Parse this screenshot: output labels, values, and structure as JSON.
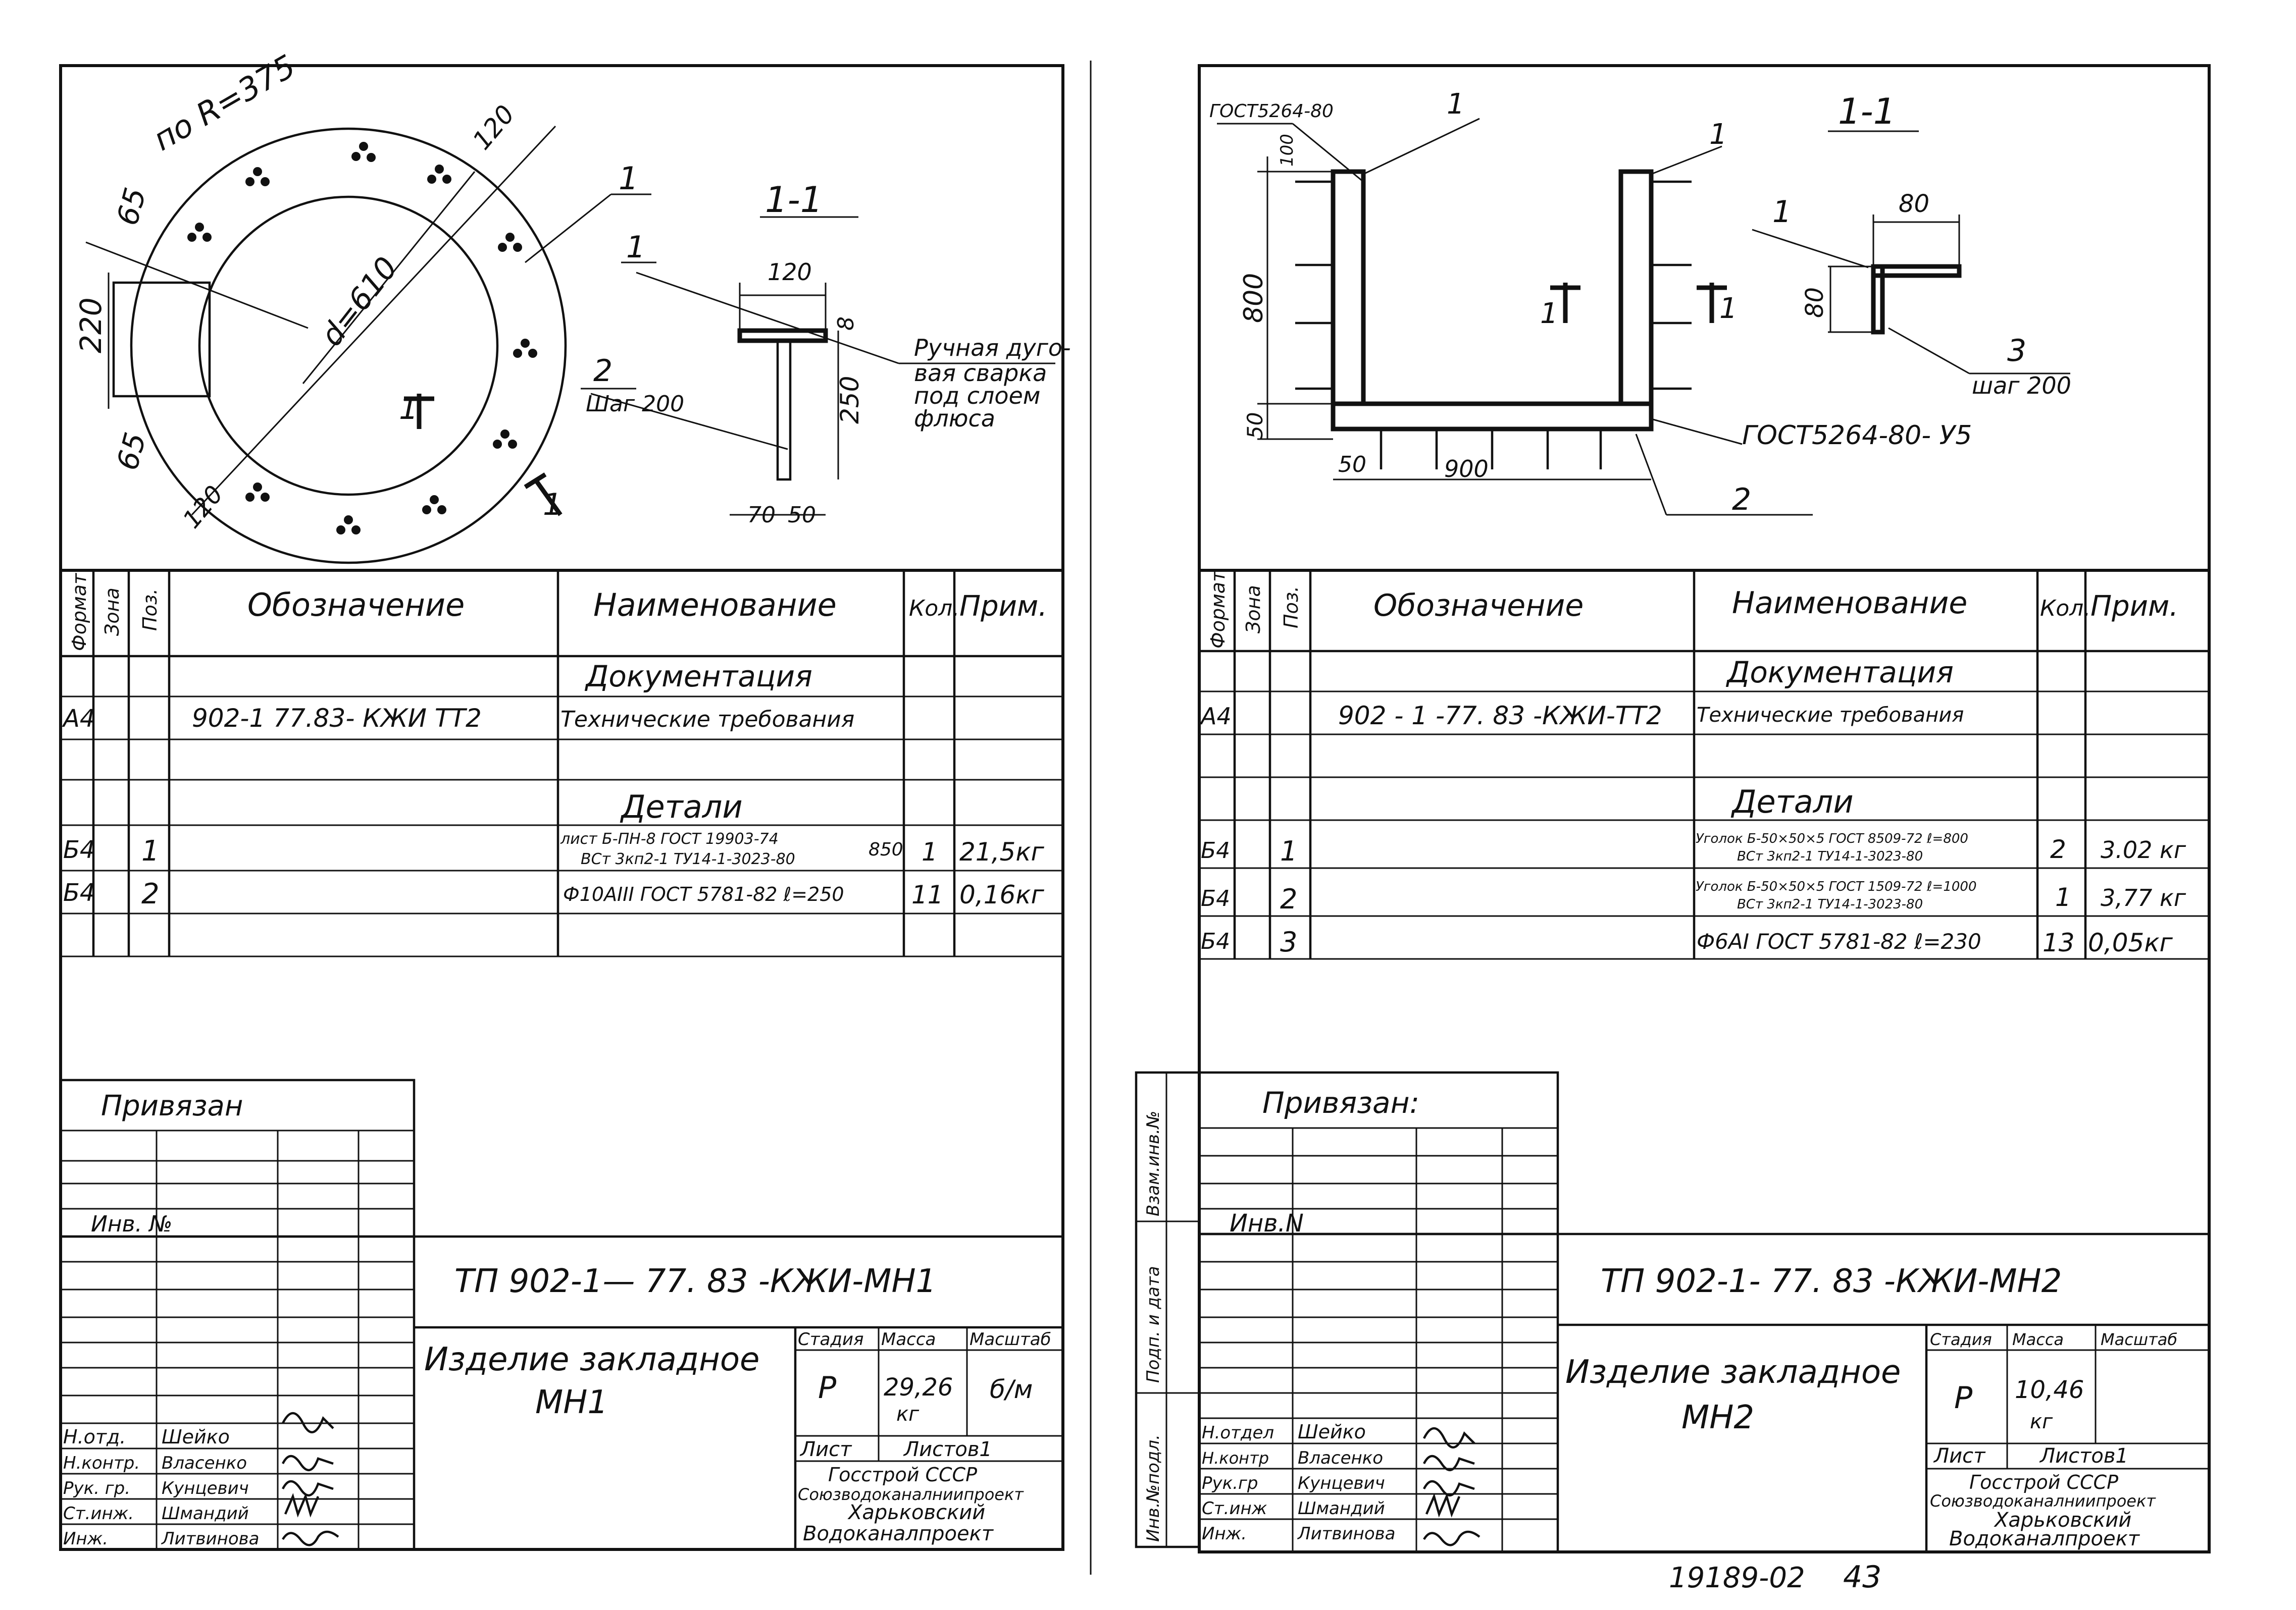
{
  "sheets": [
    {
      "drawing": {
        "radius_label": "по R=375",
        "diameter_label": "d=610",
        "dim_65_top": "65",
        "dim_220": "220",
        "dim_65_bottom": "65",
        "dim_120_top": "120",
        "dim_120_bottom": "120",
        "callout_1": "1",
        "section_mark_1": "1",
        "section_mark_2": "1",
        "section_title": "1-1",
        "section_callout_1": "1",
        "dim_120": "120",
        "dim_8": "8",
        "dim_250": "250",
        "dim_70": "70",
        "dim_50": "50",
        "callout_2": "2",
        "callout_2_sub": "Шаг 200",
        "weld_note": [
          "Ручная дуго-",
          "вая сварка",
          "под слоем",
          "флюса"
        ]
      },
      "spec": {
        "headers": [
          "Формат",
          "Зона",
          "Поз.",
          "Обозначение",
          "Наименование",
          "Кол.",
          "Прим."
        ],
        "section_docs": "Документация",
        "doc_row": {
          "format": "А4",
          "designation": "902-1 77.83- КЖИ ТТ2",
          "name": "Технические требования"
        },
        "section_parts": "Детали",
        "rows": [
          {
            "format": "Б4",
            "pos": "1",
            "name_top": "лист Б-ПН-8 ГОСТ 19903-74",
            "name_bottom": "ВСт 3кп2-1 ТУ14-1-3023-80",
            "name_suffix": "850",
            "qty": "1",
            "note": "21,5кг"
          },
          {
            "format": "Б4",
            "pos": "2",
            "name": "Ф10АIII ГОСТ 5781-82 ℓ=250",
            "qty": "11",
            "note": "0,16кг"
          }
        ]
      },
      "stamp": {
        "privyazan": "Привязан",
        "inv": "Инв. №",
        "code": "ТП 902-1— 77. 83 -КЖИ-МН1",
        "title_1": "Изделие закладное",
        "title_2": "МН1",
        "h_stage": "Стадия",
        "h_mass": "Масса",
        "h_scale": "Масштаб",
        "stage": "Р",
        "mass": "29,26",
        "mass_unit": "кг",
        "scale": "б/м",
        "sheet": "Лист",
        "sheets": "Листов1",
        "org": [
          "Госстрой СССР",
          "Союзводоканалниипроект",
          "Харьковский",
          "Водоканалпроект"
        ],
        "people": [
          {
            "role": "Н.отд.",
            "name": "Шейко"
          },
          {
            "role": "Н.контр.",
            "name": "Власенко"
          },
          {
            "role": "Рук. гр.",
            "name": "Кунцевич"
          },
          {
            "role": "Ст.инж.",
            "name": "Шмандий"
          },
          {
            "role": "Инж.",
            "name": "Литвинова"
          }
        ]
      }
    },
    {
      "drawing": {
        "gost_top": "ГОСТ5264-80",
        "dim_100": "100",
        "callout_1_left": "1",
        "callout_1_right": "1",
        "dim_800": "800",
        "dim_50_v": "50",
        "dim_50_h": "50",
        "dim_900": "900",
        "section_mark_1": "1",
        "section_mark_2": "1",
        "gost_bottom": "ГОСТ5264-80- У5",
        "callout_2": "2",
        "section_title": "1-1",
        "section_callout_1": "1",
        "dim_80_h": "80",
        "dim_80_v": "80",
        "callout_3": "3",
        "callout_3_sub": "шаг 200"
      },
      "spec": {
        "headers": [
          "Формат",
          "Зона",
          "Поз.",
          "Обозначение",
          "Наименование",
          "Кол.",
          "Прим."
        ],
        "section_docs": "Документация",
        "doc_row": {
          "format": "А4",
          "designation": "902 - 1 -77. 83 -КЖИ-ТТ2",
          "name": "Технические требования"
        },
        "section_parts": "Детали",
        "rows": [
          {
            "format": "Б4",
            "pos": "1",
            "name_top": "Уголок Б-50×50×5 ГОСТ 8509-72 ℓ=800",
            "name_bottom": "ВСт 3кп2-1 ТУ14-1-3023-80",
            "qty": "2",
            "note": "3.02 кг"
          },
          {
            "format": "Б4",
            "pos": "2",
            "name_top": "Уголок Б-50×50×5 ГОСТ 1509-72 ℓ=1000",
            "name_bottom": "ВСт 3кп2-1 ТУ14-1-3023-80",
            "qty": "1",
            "note": "3,77 кг"
          },
          {
            "format": "Б4",
            "pos": "3",
            "name": "Ф6АI ГОСТ 5781-82 ℓ=230",
            "qty": "13",
            "note": "0,05кг"
          }
        ]
      },
      "stamp": {
        "privyazan": "Привязан:",
        "inv": "Инв.N",
        "code": "ТП 902-1- 77. 83 -КЖИ-МН2",
        "title_1": "Изделие закладное",
        "title_2": "МН2",
        "h_stage": "Стадия",
        "h_mass": "Масса",
        "h_scale": "Масштаб",
        "stage": "Р",
        "mass": "10,46",
        "mass_unit": "кг",
        "sheet": "Лист",
        "sheets": "Листов1",
        "org": [
          "Госстрой СССР",
          "Союзводоканалниипроект",
          "Харьковский",
          "Водоканалпроект"
        ],
        "people": [
          {
            "role": "Н.отдел",
            "name": "Шейко"
          },
          {
            "role": "Н.контр",
            "name": "Власенко"
          },
          {
            "role": "Рук.гр",
            "name": "Кунцевич"
          },
          {
            "role": "Ст.инж",
            "name": "Шмандий"
          },
          {
            "role": "Инж.",
            "name": "Литвинова"
          }
        ],
        "side_labels": [
          "Взам.инв.№",
          "Подп. и дата",
          "Инв.№подл."
        ]
      }
    }
  ],
  "footer": {
    "archive_number": "19189-02",
    "page_number": "43"
  }
}
